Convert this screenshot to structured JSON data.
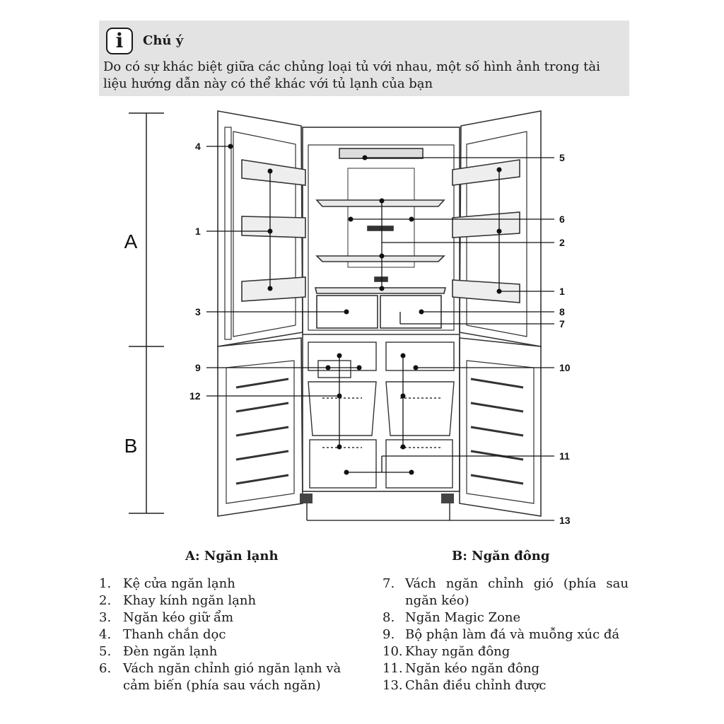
{
  "note": {
    "icon": "info-icon",
    "icon_char": "i",
    "title": "Chú ý",
    "body": "Do có sự khác biệt giữa các chủng loại tủ với nhau, một số hình ảnh trong tài liệu hướng dẫn này có thể khác với tủ lạnh của bạn"
  },
  "diagram": {
    "sections": [
      {
        "letter": "A"
      },
      {
        "letter": "B"
      }
    ],
    "callouts": [
      "4",
      "1",
      "3",
      "12",
      "9",
      "5",
      "6",
      "2",
      "1",
      "8",
      "7",
      "10",
      "11",
      "13"
    ]
  },
  "legend": {
    "a": {
      "heading": "A: Ngăn lạnh",
      "items": [
        {
          "num": "1.",
          "text": "Kệ cửa ngăn lạnh"
        },
        {
          "num": "2.",
          "text": "Khay kính ngăn lạnh"
        },
        {
          "num": "3.",
          "text": "Ngăn kéo giữ ẩm"
        },
        {
          "num": "4.",
          "text": "Thanh chắn dọc"
        },
        {
          "num": "5.",
          "text": "Đèn ngăn lạnh"
        },
        {
          "num": "6.",
          "text": "Vách ngăn chỉnh gió ngăn lạnh và cảm biến (phía sau vách ngăn)"
        }
      ]
    },
    "b": {
      "heading": "B: Ngăn đông",
      "items": [
        {
          "num": "7.",
          "text": "Vách ngăn chỉnh gió (phía sau ngăn kéo)"
        },
        {
          "num": "8.",
          "text": "Ngăn Magic Zone"
        },
        {
          "num": "9.",
          "text": "Bộ phận làm đá và muỗng xúc đá"
        },
        {
          "num": "10.",
          "text": "Khay ngăn đông"
        },
        {
          "num": "11.",
          "text": "Ngăn kéo ngăn đông"
        },
        {
          "num": "13.",
          "text": "Chân điều chỉnh được"
        }
      ]
    }
  }
}
